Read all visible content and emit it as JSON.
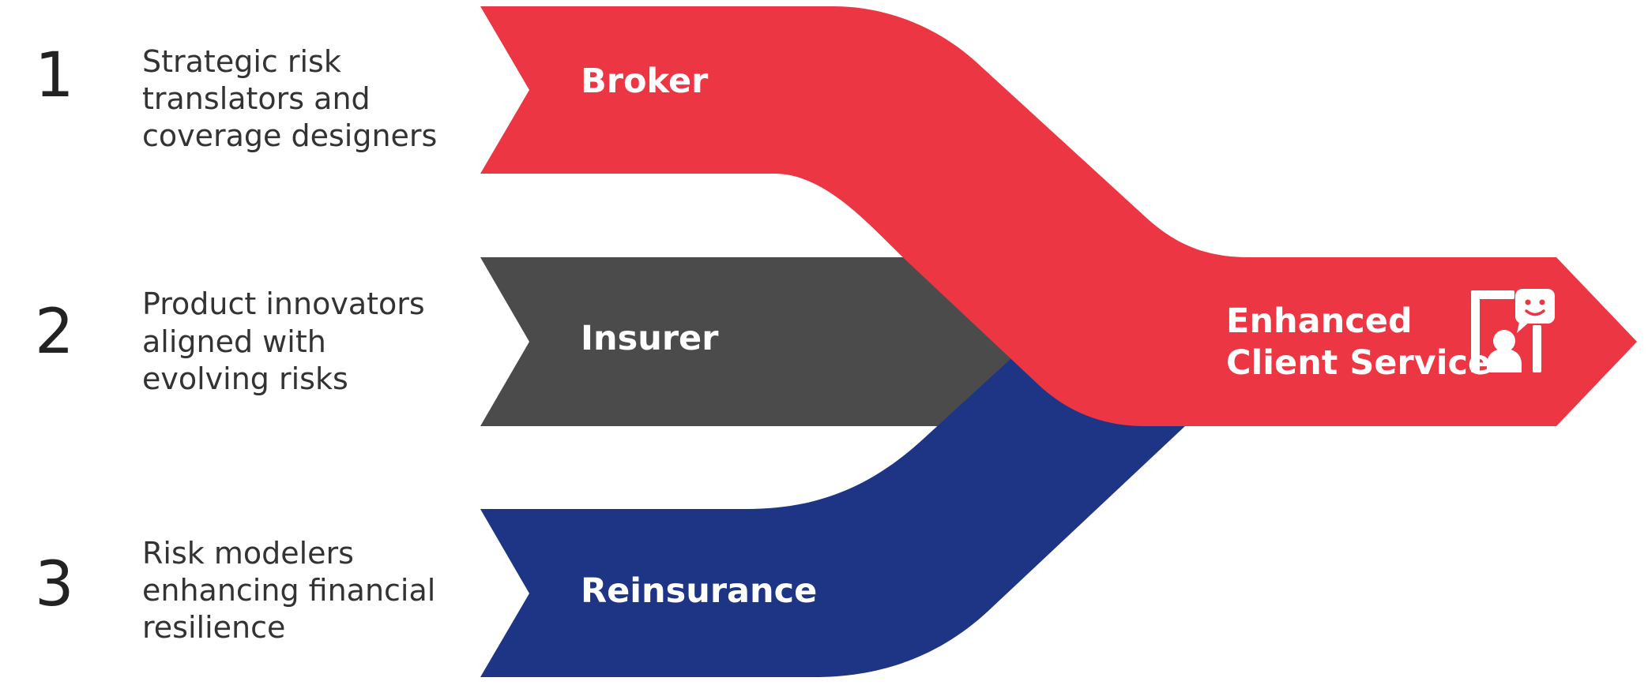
{
  "colors": {
    "broker": "#ec3644",
    "insurer": "#4b4b4b",
    "reinsurance": "#1e3586",
    "number_text": "#222222",
    "desc_text": "#333333",
    "band_text": "#ffffff"
  },
  "steps": [
    {
      "number": "1",
      "lines": [
        "Strategic risk",
        "translators and",
        "coverage designers"
      ]
    },
    {
      "number": "2",
      "lines": [
        "Product innovators",
        "aligned with",
        "evolving risks"
      ]
    },
    {
      "number": "3",
      "lines": [
        "Risk modelers",
        "enhancing financial",
        "resilience"
      ]
    }
  ],
  "bands": [
    {
      "label": "Broker"
    },
    {
      "label": "Insurer"
    },
    {
      "label": "Reinsurance"
    }
  ],
  "outcome": {
    "lines": [
      "Enhanced",
      "Client Service"
    ],
    "icon": "client-service-icon"
  }
}
